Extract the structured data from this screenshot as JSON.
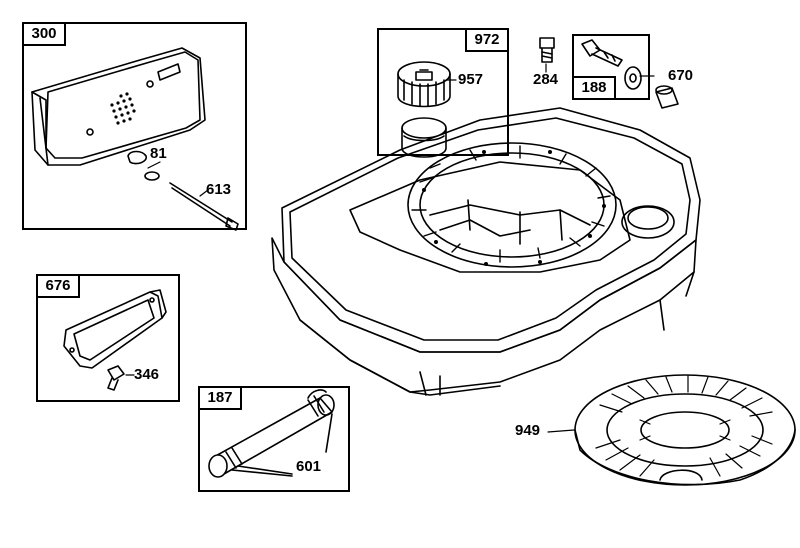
{
  "boxes": {
    "muffler": "300",
    "cap": "972",
    "screw_kit": "188",
    "guard": "676",
    "fuel_line": "187"
  },
  "callouts": {
    "washer": "81",
    "bolt": "613",
    "fuel_cap": "957",
    "screw": "284",
    "washer_small": "670",
    "screw_guard": "346",
    "clamps": "601",
    "rotating_screen": "949"
  }
}
